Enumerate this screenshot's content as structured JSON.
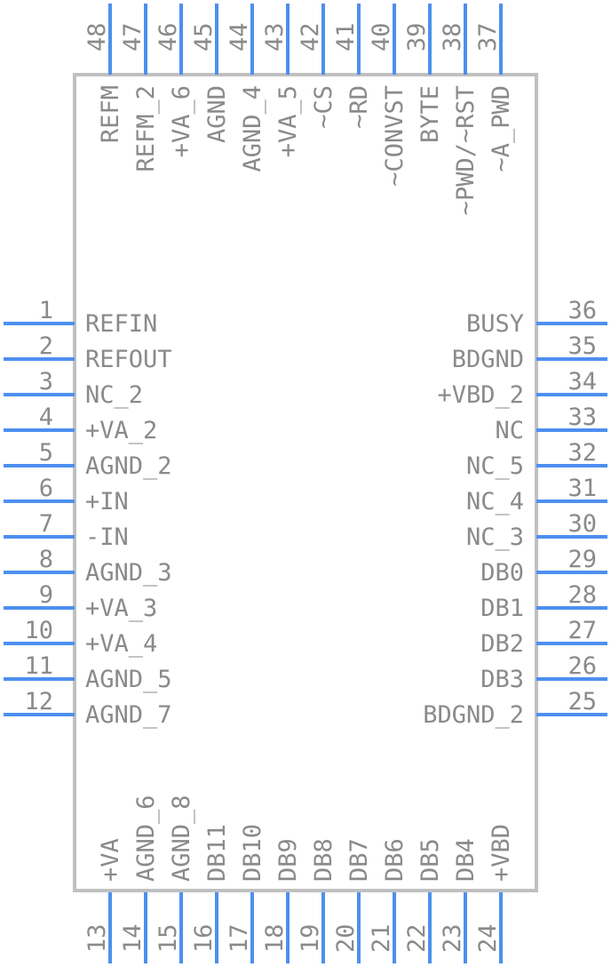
{
  "left_pins": [
    {
      "num": "1",
      "name": "REFIN"
    },
    {
      "num": "2",
      "name": "REFOUT"
    },
    {
      "num": "3",
      "name": "NC_2"
    },
    {
      "num": "4",
      "name": "+VA_2"
    },
    {
      "num": "5",
      "name": "AGND_2"
    },
    {
      "num": "6",
      "name": "+IN"
    },
    {
      "num": "7",
      "name": "-IN"
    },
    {
      "num": "8",
      "name": "AGND_3"
    },
    {
      "num": "9",
      "name": "+VA_3"
    },
    {
      "num": "10",
      "name": "+VA_4"
    },
    {
      "num": "11",
      "name": "AGND_5"
    },
    {
      "num": "12",
      "name": "AGND_7"
    }
  ],
  "right_pins": [
    {
      "num": "36",
      "name": "BUSY"
    },
    {
      "num": "35",
      "name": "BDGND"
    },
    {
      "num": "34",
      "name": "+VBD_2"
    },
    {
      "num": "33",
      "name": "NC"
    },
    {
      "num": "32",
      "name": "NC_5"
    },
    {
      "num": "31",
      "name": "NC_4"
    },
    {
      "num": "30",
      "name": "NC_3"
    },
    {
      "num": "29",
      "name": "DB0"
    },
    {
      "num": "28",
      "name": "DB1"
    },
    {
      "num": "27",
      "name": "DB2"
    },
    {
      "num": "26",
      "name": "DB3"
    },
    {
      "num": "25",
      "name": "BDGND_2"
    }
  ],
  "bottom_pins": [
    {
      "num": "13",
      "name": "+VA"
    },
    {
      "num": "14",
      "name": "AGND_6"
    },
    {
      "num": "15",
      "name": "AGND_8"
    },
    {
      "num": "16",
      "name": "DB11"
    },
    {
      "num": "17",
      "name": "DB10"
    },
    {
      "num": "18",
      "name": "DB9"
    },
    {
      "num": "19",
      "name": "DB8"
    },
    {
      "num": "20",
      "name": "DB7"
    },
    {
      "num": "21",
      "name": "DB6"
    },
    {
      "num": "22",
      "name": "DB5"
    },
    {
      "num": "23",
      "name": "DB4"
    },
    {
      "num": "24",
      "name": "+VBD"
    }
  ],
  "top_pins": [
    {
      "num": "48",
      "name": "REFM"
    },
    {
      "num": "47",
      "name": "REFM_2"
    },
    {
      "num": "46",
      "name": "+VA_6"
    },
    {
      "num": "45",
      "name": "AGND"
    },
    {
      "num": "44",
      "name": "AGND_4"
    },
    {
      "num": "43",
      "name": "+VA_5"
    },
    {
      "num": "42",
      "name": "~CS"
    },
    {
      "num": "41",
      "name": "~RD"
    },
    {
      "num": "40",
      "name": "~CONVST"
    },
    {
      "num": "39",
      "name": "BYTE"
    },
    {
      "num": "38",
      "name": "~PWD/~RST"
    },
    {
      "num": "37",
      "name": "~A_PWD"
    }
  ]
}
